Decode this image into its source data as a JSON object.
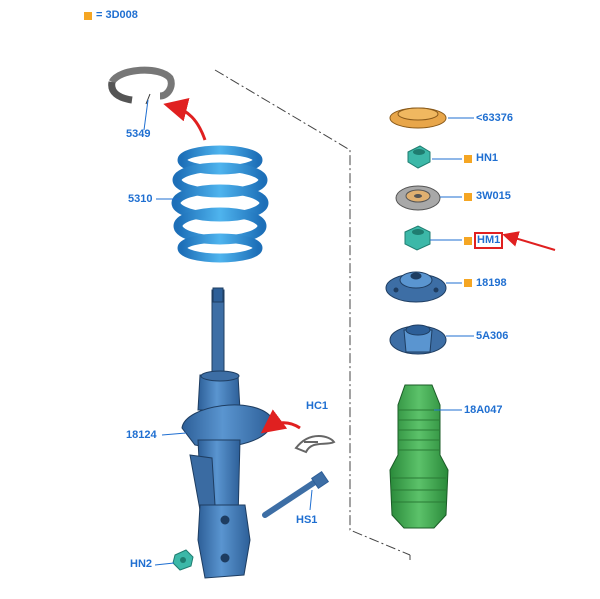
{
  "legend": {
    "marker_color": "#f5a623",
    "text": "= 3D008"
  },
  "callouts": {
    "p5349": "5349",
    "p5310": "5310",
    "p18124": "18124",
    "pHC1": "HC1",
    "pHS1": "HS1",
    "pHN2": "HN2",
    "p63376": "<63376",
    "pHN1a": "HN1",
    "p3W015": "3W015",
    "pHN1b": "HM1",
    "p18198": "18198",
    "p5A306": "5A306",
    "p18A047": "18A047"
  },
  "colors": {
    "label_blue": "#1f6fd1",
    "marker_orange": "#f5a623",
    "arrow_red": "#e02020",
    "spring_blue": "#2a8fd6",
    "strut_blue": "#3b78b8",
    "boot_green": "#3aa24a",
    "nut_teal": "#3cb8a8",
    "insulator_orange": "#e8a64a"
  },
  "icons": {
    "marker": "orange-square-icon",
    "pointer": "red-arrow-icon"
  }
}
